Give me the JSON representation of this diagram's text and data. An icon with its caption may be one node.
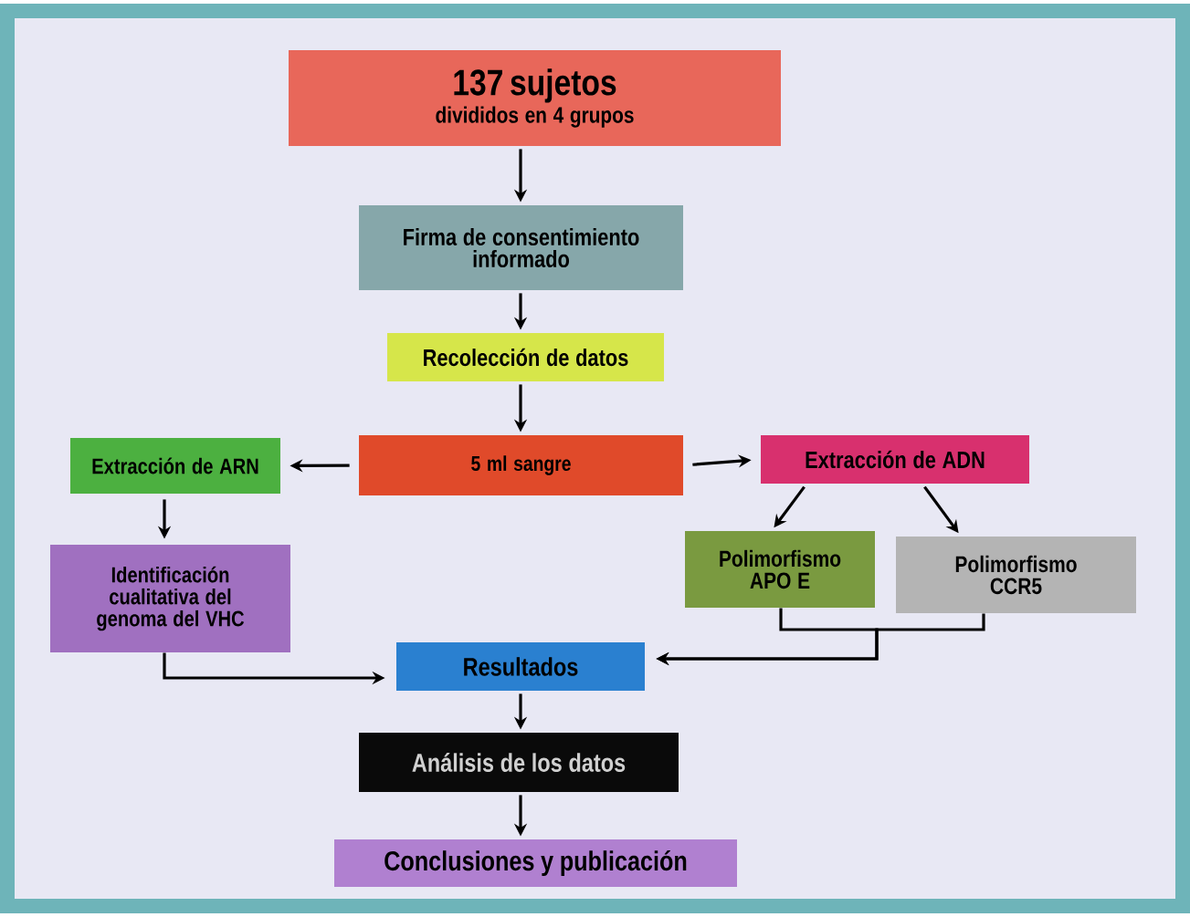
{
  "diagram": {
    "nodes": [
      {
        "text": [
          "137 sujetos",
          "divididos en 4 grupos"
        ]
      },
      {
        "text": [
          "Firma de consentimiento informado"
        ]
      },
      {
        "text": [
          "Recolección de datos"
        ]
      },
      {
        "text": [
          "5 ml sangre"
        ]
      },
      {
        "text": [
          "Extracción de ARN"
        ]
      },
      {
        "text": [
          "Extracción de ADN"
        ]
      },
      {
        "text": [
          "Identificación cualitativa del genoma del VHC"
        ]
      },
      {
        "text": [
          "Polimorfismo APO E"
        ]
      },
      {
        "text": [
          "Polimorfismo CCR5"
        ]
      },
      {
        "text": [
          "Resultados"
        ]
      },
      {
        "text": [
          "Análisis de los datos"
        ]
      },
      {
        "text": [
          "Conclusiones y publicación"
        ]
      }
    ],
    "edges": [
      {
        "from": 0,
        "to": 1,
        "arrow": "to"
      },
      {
        "from": 1,
        "to": 2,
        "arrow": "to"
      },
      {
        "from": 2,
        "to": 3,
        "arrow": "to"
      },
      {
        "from": 3,
        "to": 4,
        "arrow": "to"
      },
      {
        "from": 3,
        "to": 5,
        "arrow": "to"
      },
      {
        "from": 4,
        "to": 6,
        "arrow": "to"
      },
      {
        "from": 5,
        "to": 7,
        "arrow": "to"
      },
      {
        "from": 5,
        "to": 8,
        "arrow": "to"
      },
      {
        "from": 6,
        "to": 9,
        "arrow": "to"
      },
      {
        "from": 7,
        "to": 9,
        "arrow": "to"
      },
      {
        "from": 8,
        "to": 9,
        "arrow": "to"
      },
      {
        "from": 9,
        "to": 10,
        "arrow": "to"
      },
      {
        "from": 10,
        "to": 11,
        "arrow": "to"
      }
    ]
  }
}
